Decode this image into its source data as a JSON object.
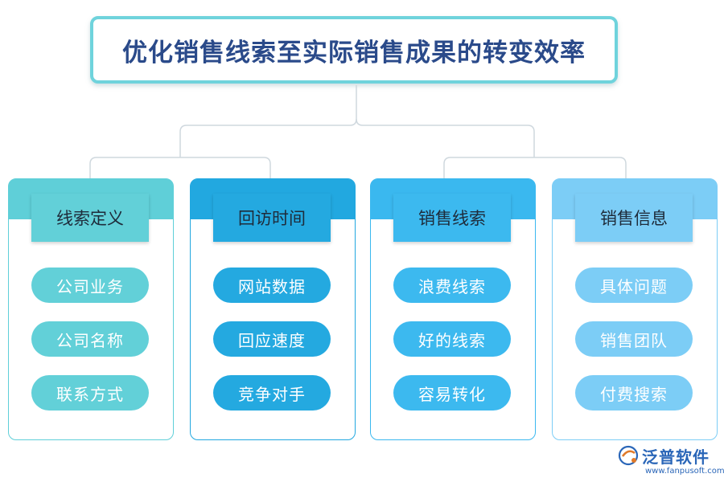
{
  "title": "优化销售线索至实际销售成果的转变效率",
  "columns": [
    {
      "header": "线索定义",
      "items": [
        "公司业务",
        "公司名称",
        "联系方式"
      ],
      "color": "#5fcfd8"
    },
    {
      "header": "回访时间",
      "items": [
        "网站数据",
        "回应速度",
        "竞争对手"
      ],
      "color": "#22a8e0"
    },
    {
      "header": "销售线索",
      "items": [
        "浪费线索",
        "好的线索",
        "容易转化"
      ],
      "color": "#3ab8ef"
    },
    {
      "header": "销售信息",
      "items": [
        "具体问题",
        "销售团队",
        "付费搜索"
      ],
      "color": "#7ccdf6"
    }
  ],
  "logo": {
    "name": "泛普软件",
    "url": "www.fanpusoft.com",
    "color": "#2a66b8"
  },
  "colors": {
    "title_border": "#6fd3dc",
    "title_text": "#2a4a8a",
    "connector": "#cfd8de"
  }
}
